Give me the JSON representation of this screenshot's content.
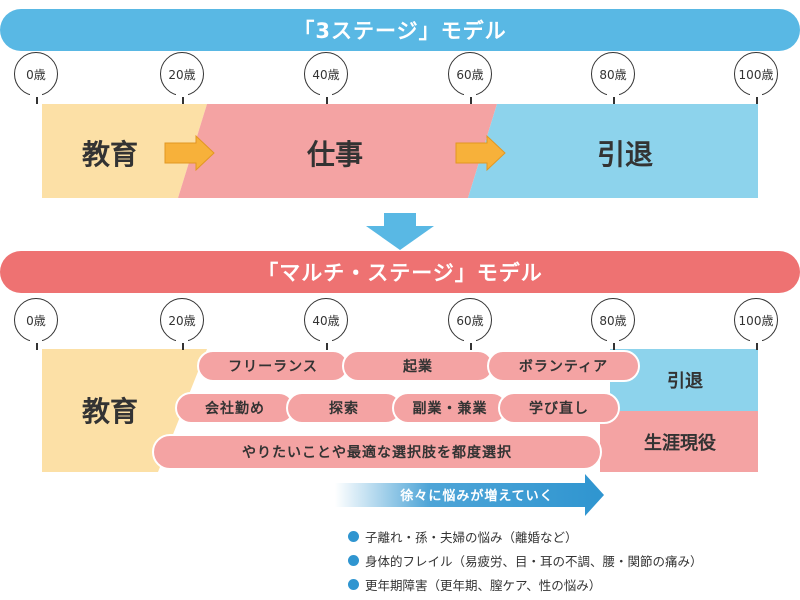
{
  "model1": {
    "title": "「3ステージ」モデル",
    "ages": [
      "0歳",
      "20歳",
      "40歳",
      "60歳",
      "80歳",
      "100歳"
    ],
    "stages": [
      "教育",
      "仕事",
      "引退"
    ]
  },
  "model2": {
    "title": "「マルチ・ステージ」モデル",
    "ages": [
      "0歳",
      "20歳",
      "40歳",
      "60歳",
      "80歳",
      "100歳"
    ],
    "education": "教育",
    "retirement": "引退",
    "lifelong": "生涯現役",
    "activities": {
      "row1": [
        "フリーランス",
        "起業",
        "ボランティア"
      ],
      "row2": [
        "会社勤め",
        "探索",
        "副業・兼業",
        "学び直し"
      ],
      "row3": "やりたいことや最適な選択肢を都度選択"
    }
  },
  "worries": {
    "arrow_label": "徐々に悩みが増えていく",
    "items": [
      "子離れ・孫・夫婦の悩み（離婚など）",
      "身体的フレイル（易疲労、目・耳の不調、腰・関節の痛み）",
      "更年期障害（更年期、膣ケア、性の悩み）"
    ]
  },
  "colors": {
    "education": "#fce0a6",
    "work": "#f4a3a3",
    "retirement": "#8dd3ec",
    "banner_blue": "#59b8e4",
    "banner_red": "#ee7272",
    "arrow_orange": "#f7b13a",
    "dot_blue": "#2f95d0"
  }
}
